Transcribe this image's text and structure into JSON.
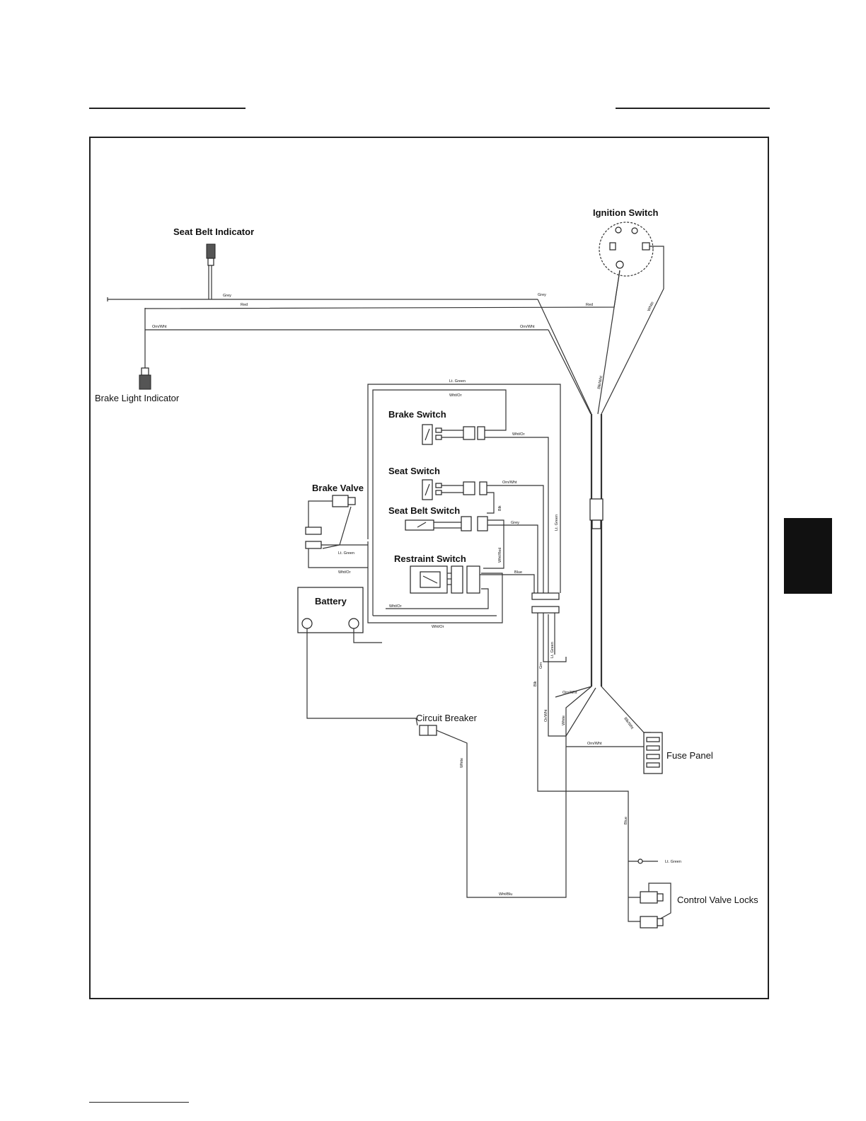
{
  "components": {
    "seat_belt_indicator": "Seat Belt Indicator",
    "ignition_switch": "Ignition Switch",
    "brake_light_indicator": "Brake Light Indicator",
    "brake_switch": "Brake Switch",
    "seat_switch": "Seat Switch",
    "seat_belt_switch": "Seat Belt Switch",
    "restraint_switch": "Restraint Switch",
    "brake_valve": "Brake Valve",
    "battery": "Battery",
    "circuit_breaker": "Circuit Breaker",
    "fuse_panel": "Fuse Panel",
    "control_valve_locks": "Control Valve Locks"
  },
  "wires": {
    "grey": "Grey",
    "red": "Red",
    "orn_wht": "Orn/Wht",
    "lt_green": "Lt. Green",
    "wht_or": "Wht/Or",
    "white": "White",
    "blk_wht": "Blk/Wht",
    "blue": "Blue",
    "blk": "Blk",
    "wht_red": "Wht/Red",
    "grn": "Grn",
    "or_wht": "Or/Wht",
    "wht_blu": "Wht/Blu"
  }
}
